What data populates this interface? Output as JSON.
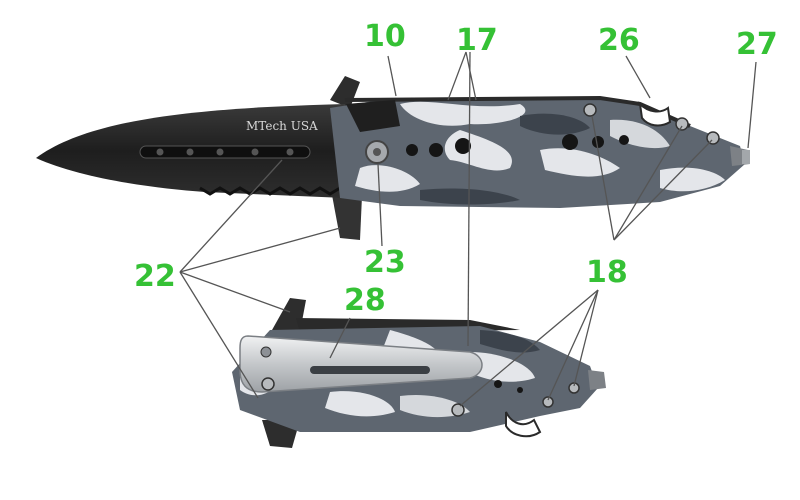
{
  "labels": {
    "l10": "10",
    "l17": "17",
    "l26": "26",
    "l27": "27",
    "l22": "22",
    "l23": "23",
    "l28": "28",
    "l18": "18"
  },
  "blade_logo": "MTech USA",
  "colors": {
    "label": "#35c135",
    "leader": "#555555",
    "blade": "#2b2b2b",
    "camo_dark": "#5e6670",
    "camo_light": "#e4e6ea",
    "clip": "#d2d4d6"
  }
}
